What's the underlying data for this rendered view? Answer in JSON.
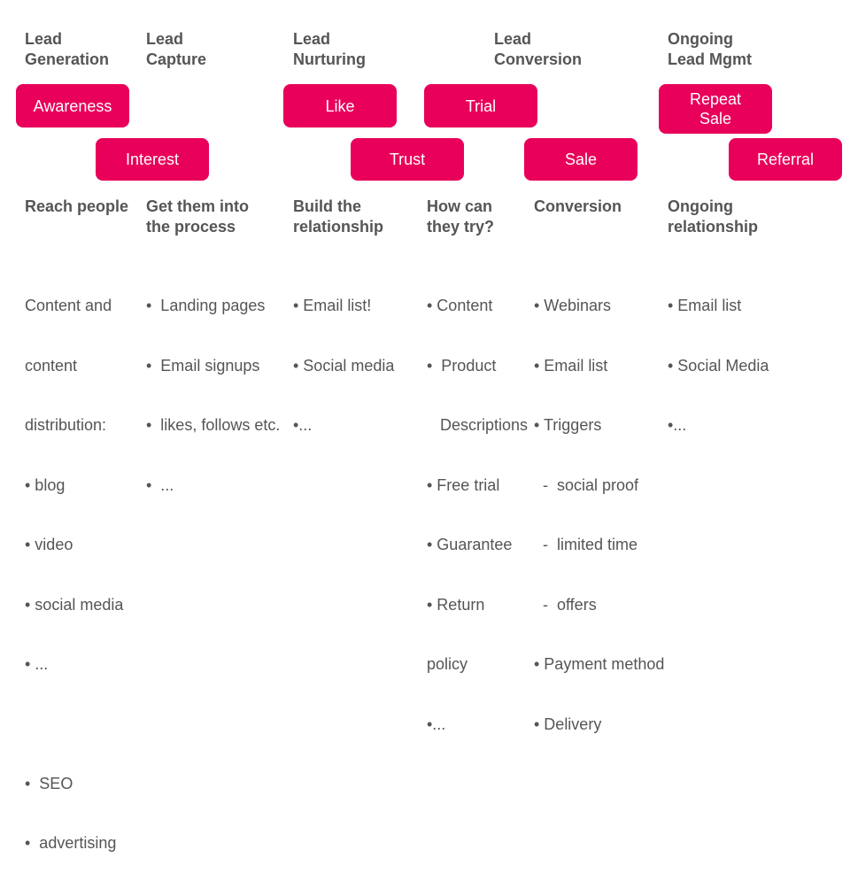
{
  "stages": [
    {
      "line1": "Lead",
      "line2": "Generation"
    },
    {
      "line1": "Lead",
      "line2": "Capture"
    },
    {
      "line1": "Lead",
      "line2": "Nurturing"
    },
    {
      "line1": "Lead",
      "line2": "Conversion"
    },
    {
      "line1": "Ongoing",
      "line2": "Lead Mgmt"
    }
  ],
  "steps": {
    "awareness": "Awareness",
    "interest": "Interest",
    "like": "Like",
    "trust": "Trust",
    "trial": "Trial",
    "sale": "Sale",
    "repeat_line1": "Repeat",
    "repeat_line2": "Sale",
    "referral": "Referral"
  },
  "columns": [
    {
      "head": [
        "Reach people"
      ],
      "items": [
        "Content and",
        "content",
        "distribution:",
        "• blog",
        "• video",
        "• social media",
        "• ...",
        "",
        "•  SEO",
        "•  advertising"
      ]
    },
    {
      "head": [
        "Get them into",
        "the process"
      ],
      "items": [
        "•  Landing pages",
        "•  Email signups",
        "•  likes, follows etc.",
        "•  ..."
      ]
    },
    {
      "head": [
        "Build the",
        "relationship"
      ],
      "items": [
        "• Email list!",
        "• Social media",
        "•..."
      ]
    },
    {
      "head": [
        "How can",
        "they try?"
      ],
      "items": [
        "• Content",
        "•  Product",
        "   Descriptions",
        "• Free trial",
        "• Guarantee",
        "• Return",
        "policy",
        "•..."
      ]
    },
    {
      "head": [
        "Conversion"
      ],
      "items": [
        "• Webinars",
        "• Email list",
        "• Triggers",
        "  -  social proof",
        "  -  limited time",
        "  -  offers",
        "• Payment method",
        "• Delivery"
      ]
    },
    {
      "head": [
        "Ongoing",
        "relationship"
      ],
      "items": [
        "• Email list",
        "• Social Media",
        "•..."
      ]
    }
  ]
}
